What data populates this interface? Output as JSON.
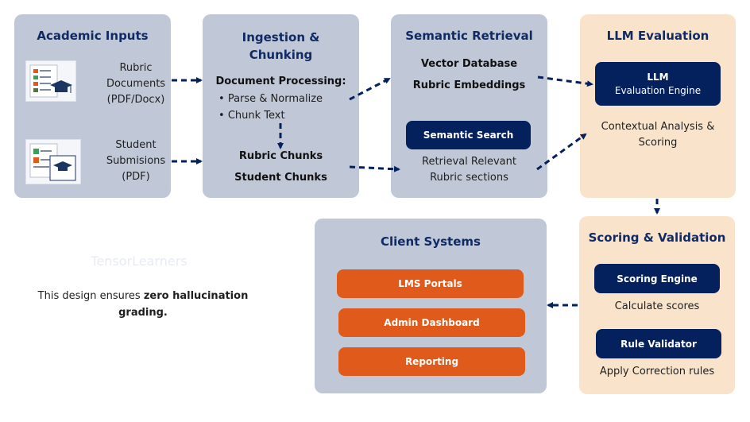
{
  "academic_inputs": {
    "title": "Academic Inputs",
    "items": [
      {
        "icon": "rubric-document-icon",
        "label_lines": [
          "Rubric",
          "Documents",
          "(PDF/Docx)"
        ]
      },
      {
        "icon": "student-submission-icon",
        "label_lines": [
          "Student",
          "Submisions",
          "(PDF)"
        ]
      }
    ]
  },
  "ingestion": {
    "title_lines": [
      "Ingestion &",
      "Chunking"
    ],
    "heading": "Document Processing:",
    "bullets": [
      "Parse & Normalize",
      "Chunk Text"
    ],
    "outputs": [
      "Rubric Chunks",
      "Student Chunks"
    ]
  },
  "retrieval": {
    "title": "Semantic Retrieval",
    "items": [
      "Vector Database",
      "Rubric Embeddings"
    ],
    "button": "Semantic Search",
    "caption_lines": [
      "Retrieval Relevant",
      "Rubric sections"
    ]
  },
  "llm": {
    "title": "LLM Evaluation",
    "engine_lines": [
      "LLM",
      "Evaluation Engine"
    ],
    "caption_lines": [
      "Contextual Analysis &",
      "Scoring"
    ]
  },
  "scoring": {
    "title": "Scoring & Validation",
    "engine": "Scoring Engine",
    "engine_caption": "Calculate scores",
    "validator": "Rule Validator",
    "validator_caption": "Apply Correction rules"
  },
  "client": {
    "title": "Client Systems",
    "items": [
      "LMS Portals",
      "Admin Dashboard",
      "Reporting"
    ]
  },
  "watermark": "TensorLearners",
  "note": {
    "prefix": "This design ensures ",
    "bold": "zero hallucination",
    "bold_line2": "grading."
  },
  "colors": {
    "navy": "#04215d",
    "orange": "#e05a1c",
    "gray_panel": "#c0c7d7",
    "peach_panel": "#f9e4cb"
  }
}
